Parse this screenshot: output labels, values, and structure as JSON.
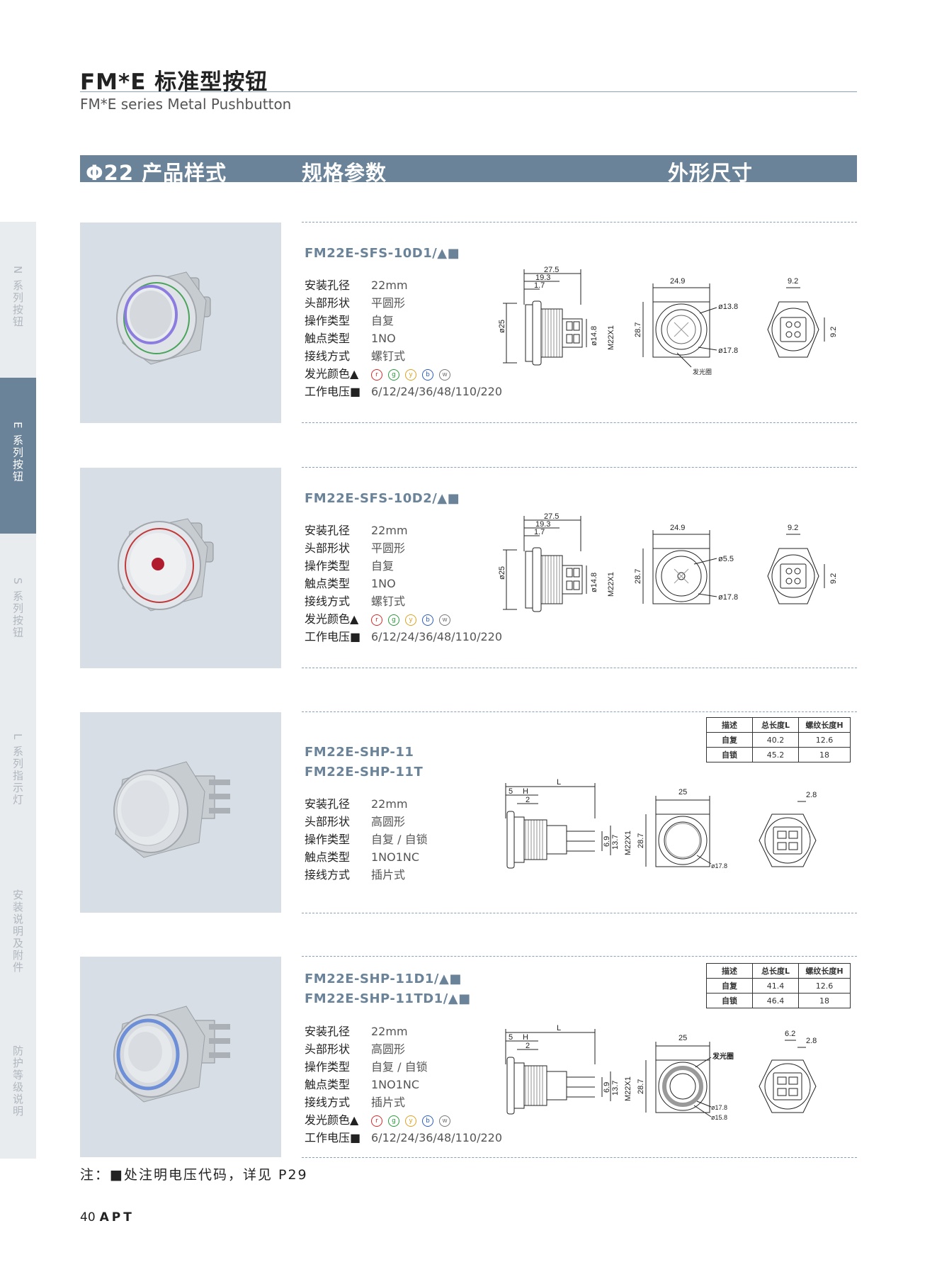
{
  "header": {
    "title": "FM*E 标准型按钮",
    "subtitle": "FM*E series Metal Pushbutton"
  },
  "banner": {
    "col1": "Φ22 产品样式",
    "col2": "规格参数",
    "col3": "外形尺寸"
  },
  "sidebar": {
    "items": [
      "N 系列按钮",
      "E 系列按钮",
      "S 系列按钮",
      "L 系列指示灯",
      "安装说明及附件",
      "防护等级说明"
    ],
    "active_index": 1
  },
  "spec_labels": {
    "hole": "安装孔径",
    "head": "头部形状",
    "operation": "操作类型",
    "contact": "触点类型",
    "wiring": "接线方式",
    "color": "发光颜色▲",
    "voltage": "工作电压■"
  },
  "led_colors": [
    {
      "letter": "r",
      "hex": "#d62b2b"
    },
    {
      "letter": "g",
      "hex": "#2a9a3a"
    },
    {
      "letter": "y",
      "hex": "#e0a020"
    },
    {
      "letter": "b",
      "hex": "#2a5cc0"
    },
    {
      "letter": "w",
      "hex": "#777777"
    }
  ],
  "products": [
    {
      "models": [
        "FM22E-SFS-10D1/▲■"
      ],
      "hole": "22mm",
      "head": "平圆形",
      "operation": "自复",
      "contact": "1NO",
      "wiring": "螺钉式",
      "voltage": "6/12/24/36/48/110/220",
      "dims": {
        "a": "27.5",
        "b": "19.3",
        "c": "1.7",
        "d": "ø25",
        "e": "ø14.8",
        "f": "M22X1",
        "g": "24.9",
        "h": "28.7",
        "i": "ø13.8",
        "j": "ø17.8",
        "k": "发光圈",
        "l": "9.2",
        "m": "9.2"
      }
    },
    {
      "models": [
        "FM22E-SFS-10D2/▲■"
      ],
      "hole": "22mm",
      "head": "平圆形",
      "operation": "自复",
      "contact": "1NO",
      "wiring": "螺钉式",
      "voltage": "6/12/24/36/48/110/220",
      "dims": {
        "a": "27.5",
        "b": "19.3",
        "c": "1.7",
        "d": "ø25",
        "e": "ø14.8",
        "f": "M22X1",
        "g": "24.9",
        "h": "28.7",
        "i": "ø5.5",
        "j": "ø17.8",
        "l": "9.2",
        "m": "9.2"
      }
    },
    {
      "models": [
        "FM22E-SHP-11",
        "FM22E-SHP-11T"
      ],
      "hole": "22mm",
      "head": "高圆形",
      "operation": "自复 / 自锁",
      "contact": "1NO1NC",
      "wiring": "插片式",
      "table": {
        "header": [
          "描述",
          "总长度L",
          "螺纹长度H"
        ],
        "rows": [
          [
            "自复",
            "40.2",
            "12.6"
          ],
          [
            "自锁",
            "45.2",
            "18"
          ]
        ]
      },
      "dims": {
        "a": "L",
        "b": "5",
        "c": "H",
        "d": "2",
        "e": "6.9",
        "f": "13.7",
        "g": "M22X1",
        "h": "25",
        "i": "28.7",
        "j": "ø17.8",
        "l": "2.8"
      }
    },
    {
      "models": [
        "FM22E-SHP-11D1/▲■",
        "FM22E-SHP-11TD1/▲■"
      ],
      "hole": "22mm",
      "head": "高圆形",
      "operation": "自复 / 自锁",
      "contact": "1NO1NC",
      "wiring": "插片式",
      "voltage": "6/12/24/36/48/110/220",
      "table": {
        "header": [
          "描述",
          "总长度L",
          "螺纹长度H"
        ],
        "rows": [
          [
            "自复",
            "41.4",
            "12.6"
          ],
          [
            "自锁",
            "46.4",
            "18"
          ]
        ]
      },
      "dims": {
        "a": "L",
        "b": "5",
        "c": "H",
        "d": "2",
        "e": "6.9",
        "f": "13.7",
        "g": "M22X1",
        "h": "25",
        "i": "28.7",
        "j": "ø17.8",
        "k": "ø15.8",
        "m": "发光圈",
        "n": "6.2",
        "l": "2.8"
      }
    }
  ],
  "note": "注：■处注明电压代码，详见 P29",
  "footer": {
    "page": "40",
    "brand": "APT"
  }
}
